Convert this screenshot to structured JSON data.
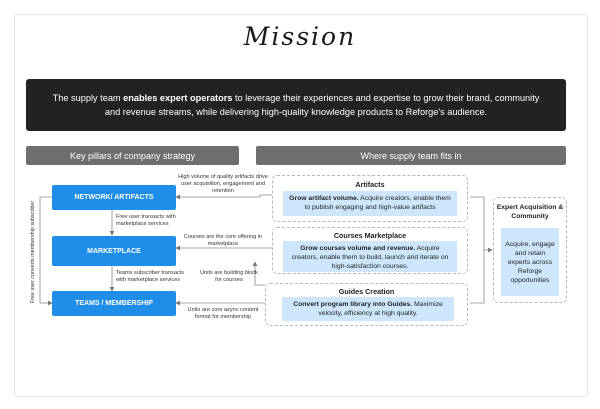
{
  "title": "Mission",
  "mission": {
    "pre": "The supply team ",
    "bold": "enables expert operators",
    "post": " to leverage their experiences and expertise to grow their brand, community and revenue streams, while delivering high-quality knowledge products to Reforge's audience."
  },
  "headers": {
    "left": "Key pillars of company strategy",
    "right": "Where supply team fits in"
  },
  "pillars": [
    "NETWORK/ ARTIFACTS",
    "MARKETPLACE",
    "TEAMS / MEMBERSHIP"
  ],
  "side_label": "Free user converts membership subscriber",
  "between_notes": [
    "Free user transacts with marketplace services",
    "Teams subscriber transacts with marketplace services"
  ],
  "connector_notes": [
    "High volume of quality artifacts drive user acquisition, engagement and retention",
    "Courses are the core offering in marketplace",
    "Units are building block for courses",
    "Units are core async content format for membership"
  ],
  "fits": [
    {
      "label": "Artifacts",
      "bold": "Grow artifact volume.",
      "rest": " Acquire creators, enable them to publish engaging and high-value artifacts"
    },
    {
      "label": "Courses Marketplace",
      "bold": "Grow courses volume and revenue.",
      "rest": " Acquire creators, enable them to build, launch and iterate on high-satisfaction courses."
    },
    {
      "label": "Guides Creation",
      "bold": "Convert program library into Guides.",
      "rest": " Maximize velocity, efficiency at high quality."
    }
  ],
  "expert": {
    "label": "Expert Acquisition & Community",
    "text": "Acquire, engage and retain experts across Reforge opportunities"
  },
  "colors": {
    "accent": "#1f8ee8",
    "light_blue": "#cde6fb",
    "dark": "#222222",
    "header_gray": "#6e6e6e"
  }
}
